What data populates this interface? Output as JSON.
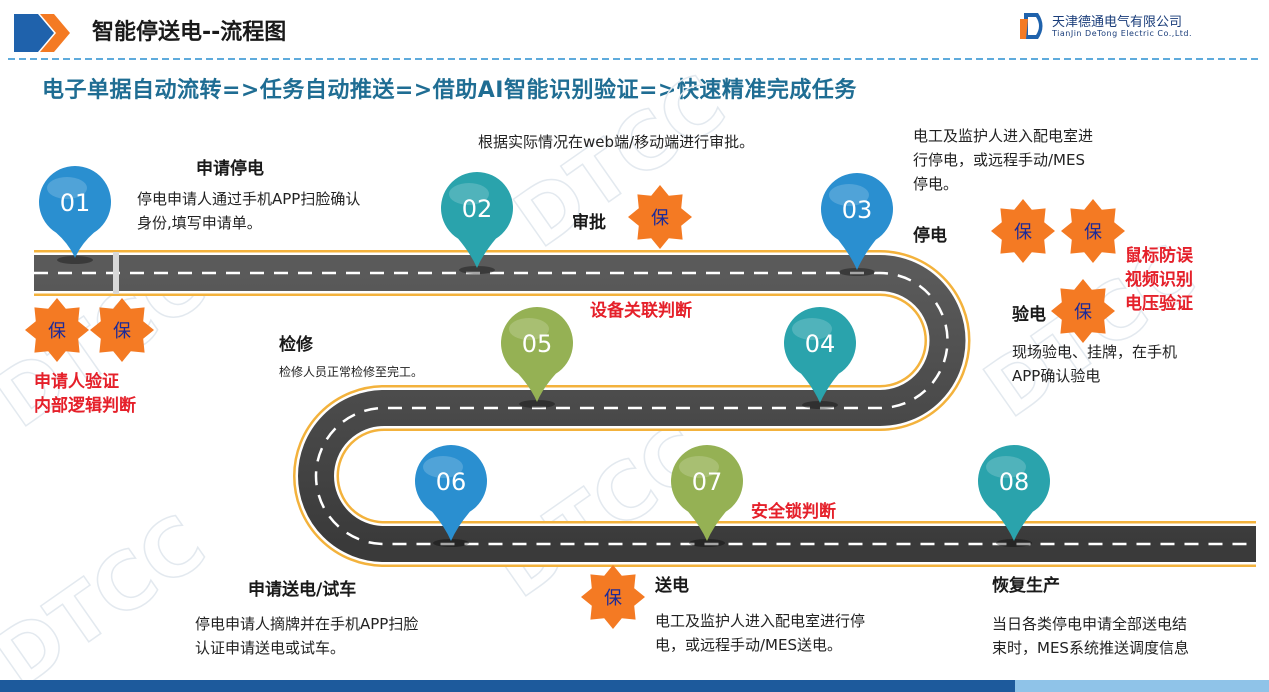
{
  "header": {
    "title": "智能停送电--流程图",
    "company_cn": "天津德通电气有限公司",
    "company_en": "TianJin DeTong Electric Co.,Ltd."
  },
  "subtitle": "电子单据自动流转=>任务自动推送=>借助AI智能识别验证=>快速精准完成任务",
  "watermark": "DTCC",
  "bao_char": "保",
  "colors": {
    "blue": "#2a8fd0",
    "teal": "#2aa3ac",
    "olive": "#95b154",
    "bao": "#f47a23",
    "red": "#e5202a"
  },
  "steps": [
    {
      "num": "01",
      "title": "申请停电",
      "desc_lines": [
        "停电申请人通过手机APP扫脸确认",
        "身份,填写申请单。"
      ]
    },
    {
      "num": "02",
      "title": "审批",
      "desc_lines": [
        "根据实际情况在web端/移动端进行审批。"
      ]
    },
    {
      "num": "03",
      "title": "停电",
      "desc_lines": [
        "电工及监护人进入配电室进",
        "行停电，或远程手动/MES",
        "停电。"
      ]
    },
    {
      "num": "04",
      "title": "验电",
      "desc_lines": [
        "现场验电、挂牌，在手机",
        "APP确认验电"
      ]
    },
    {
      "num": "05",
      "title": "检修",
      "desc_lines": [
        "检修人员正常检修至完工。"
      ]
    },
    {
      "num": "06",
      "title": "申请送电/试车",
      "desc_lines": [
        "停电申请人摘牌并在手机APP扫脸",
        "认证申请送电或试车。"
      ]
    },
    {
      "num": "07",
      "title": "送电",
      "desc_lines": [
        "电工及监护人进入配电室进行停",
        "电，或远程手动/MES送电。"
      ]
    },
    {
      "num": "08",
      "title": "恢复生产",
      "desc_lines": [
        "当日各类停电申请全部送电结",
        "束时，MES系统推送调度信息"
      ]
    }
  ],
  "notes": {
    "apply_check": [
      "申请人验证",
      "内部逻辑判断"
    ],
    "ai_check": [
      "鼠标防误",
      "视频识别",
      "电压验证"
    ],
    "device_link": "设备关联判断",
    "safety_lock": "安全锁判断"
  }
}
